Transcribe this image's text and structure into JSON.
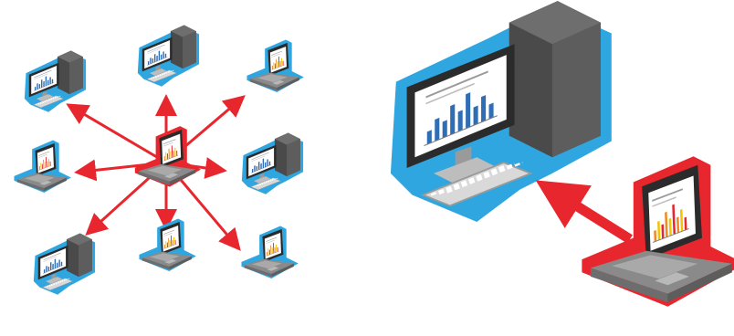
{
  "colors": {
    "background": "#ffffff",
    "blue_outline": "#2fa6e0",
    "red_outline": "#e8262d",
    "arrow_red": "#e8262d",
    "device_dark": "#4a4a4a",
    "device_mid": "#8a8a8a",
    "device_light": "#d9d9d9",
    "screen_white": "#ffffff",
    "chart_blue": "#2f6db5",
    "chart_orange": "#f08a24",
    "chart_yellow": "#f5c400",
    "chart_red": "#e8262d"
  },
  "network": {
    "hub": {
      "kind": "laptop",
      "outline": "red",
      "icon": "laptop-icon"
    },
    "peers": [
      {
        "kind": "desktop",
        "outline": "blue",
        "icon": "desktop-computer-icon"
      },
      {
        "kind": "desktop",
        "outline": "blue",
        "icon": "desktop-computer-icon"
      },
      {
        "kind": "laptop",
        "outline": "blue",
        "icon": "laptop-icon"
      },
      {
        "kind": "laptop",
        "outline": "blue",
        "icon": "laptop-icon"
      },
      {
        "kind": "desktop",
        "outline": "blue",
        "icon": "desktop-computer-icon"
      },
      {
        "kind": "desktop",
        "outline": "blue",
        "icon": "desktop-computer-icon"
      },
      {
        "kind": "laptop",
        "outline": "blue",
        "icon": "laptop-icon"
      },
      {
        "kind": "laptop",
        "outline": "blue",
        "icon": "laptop-icon"
      }
    ]
  },
  "transfer": {
    "target": {
      "kind": "desktop",
      "outline": "blue",
      "icon": "desktop-computer-icon"
    },
    "source": {
      "kind": "laptop",
      "outline": "red",
      "icon": "laptop-icon"
    },
    "arrow": {
      "direction": "laptop-to-desktop",
      "icon": "arrow-icon"
    }
  }
}
